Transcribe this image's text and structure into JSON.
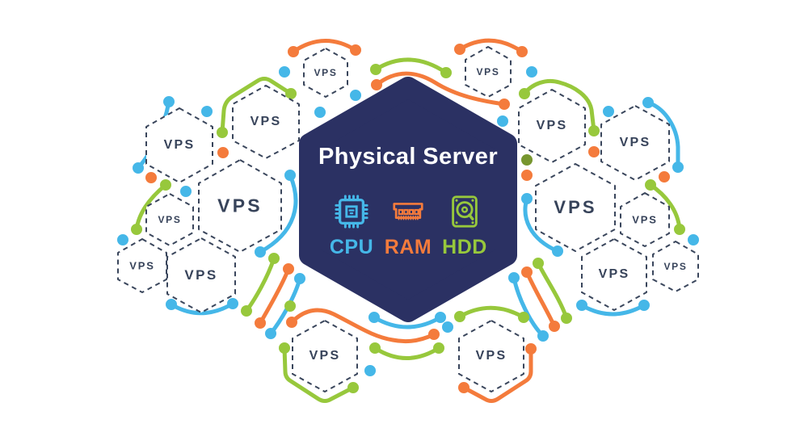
{
  "diagram": {
    "title_node": {
      "title": "Physical Server",
      "components": [
        {
          "id": "cpu",
          "label": "CPU",
          "color": "#45B7E8"
        },
        {
          "id": "ram",
          "label": "RAM",
          "color": "#F47B3C"
        },
        {
          "id": "hdd",
          "label": "HDD",
          "color": "#97C83C"
        }
      ]
    },
    "vps_nodes": [
      {
        "label": "VPS"
      },
      {
        "label": "VPS"
      },
      {
        "label": "VPS"
      },
      {
        "label": "VPS"
      },
      {
        "label": "VPS"
      },
      {
        "label": "VPS"
      },
      {
        "label": "VPS"
      },
      {
        "label": "VPS"
      },
      {
        "label": "VPS"
      },
      {
        "label": "VPS"
      },
      {
        "label": "VPS"
      },
      {
        "label": "VPS"
      },
      {
        "label": "VPS"
      },
      {
        "label": "VPS"
      },
      {
        "label": "VPS"
      },
      {
        "label": "VPS"
      }
    ],
    "palette": {
      "navy": "#2B3163",
      "blue": "#45B7E8",
      "orange": "#F47B3C",
      "green": "#97C83C",
      "olive": "#77962F",
      "label": "#37435A",
      "dash": "#3A465C",
      "background": "#FFFFFF"
    }
  }
}
